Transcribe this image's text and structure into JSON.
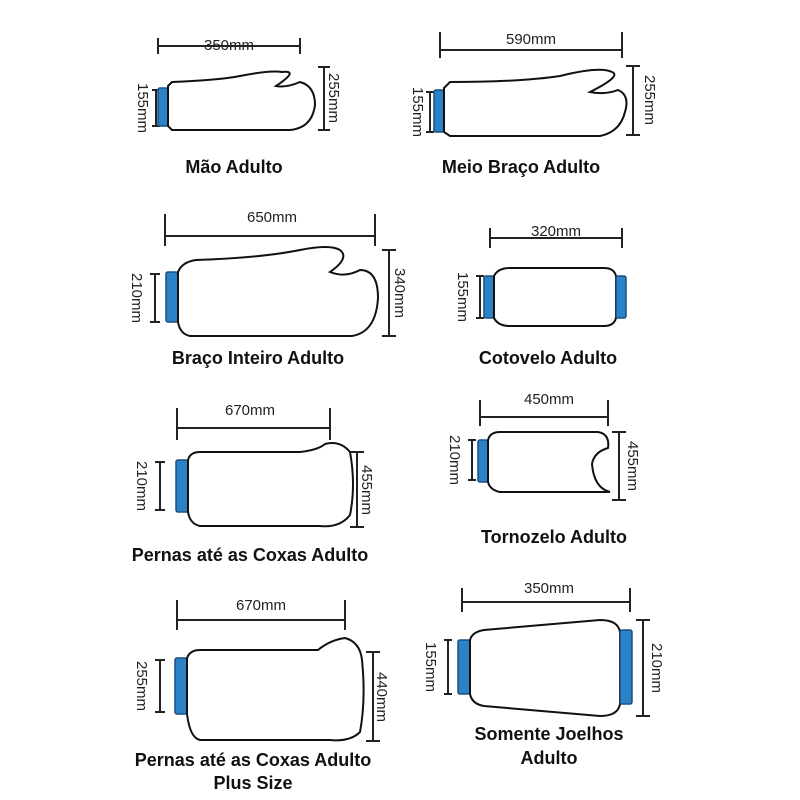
{
  "colors": {
    "cuff": "#2b82c6",
    "outline": "#111111"
  },
  "products": [
    {
      "name": "Mão Adulto",
      "length": "350mm",
      "opening": "155mm",
      "max_height": "255mm"
    },
    {
      "name": "Meio Braço Adulto",
      "length": "590mm",
      "opening": "155mm",
      "max_height": "255mm"
    },
    {
      "name": "Braço Inteiro Adulto",
      "length": "650mm",
      "opening": "210mm",
      "max_height": "340mm"
    },
    {
      "name": "Cotovelo Adulto",
      "length": "320mm",
      "opening": "155mm"
    },
    {
      "name": "Pernas até as Coxas Adulto",
      "length": "670mm",
      "opening": "210mm",
      "max_height": "455mm"
    },
    {
      "name": "Tornozelo Adulto",
      "length": "450mm",
      "opening": "210mm",
      "max_height": "455mm"
    },
    {
      "name_line1": "Pernas até as Coxas Adulto",
      "name_line2": "Plus Size",
      "length": "670mm",
      "opening": "255mm",
      "max_height": "440mm"
    },
    {
      "name_line1": "Somente Joelhos",
      "name_line2": "Adulto",
      "length": "350mm",
      "opening": "155mm",
      "max_height": "210mm"
    }
  ]
}
